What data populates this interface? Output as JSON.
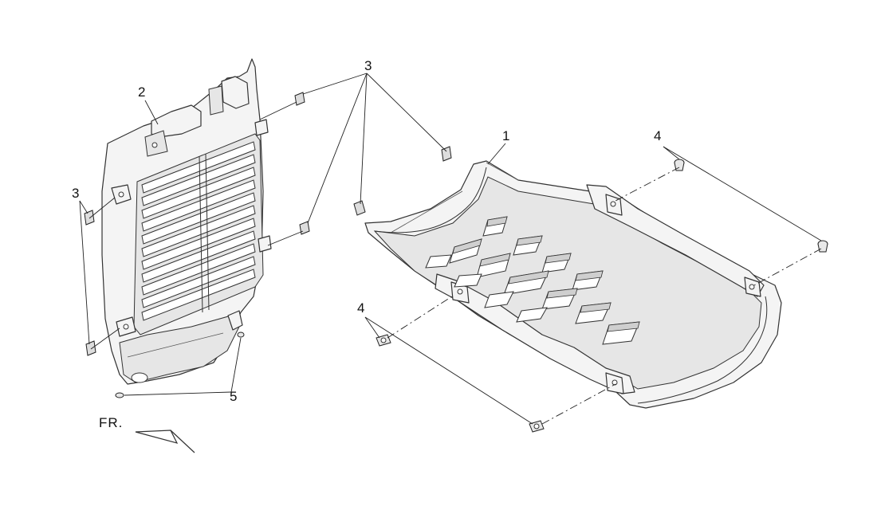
{
  "callouts": {
    "part_1": "1",
    "part_2": "2",
    "part_3_top": "3",
    "part_3_left": "3",
    "part_4_right": "4",
    "part_4_left": "4",
    "part_5": "5"
  },
  "direction_label": "FR."
}
